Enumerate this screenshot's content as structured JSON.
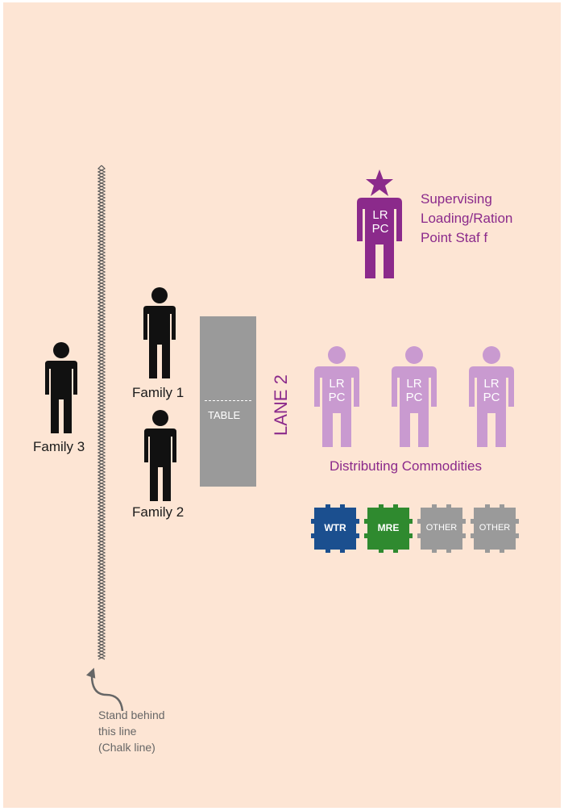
{
  "colors": {
    "background": "#fde5d4",
    "figure": "#111111",
    "supervisor": "#8b2a8b",
    "staff": "#c99ad0",
    "purple_text": "#8b2a8b",
    "table": "#9a9a9a",
    "wtr": "#1b4f8f",
    "mre": "#2f8a2f",
    "other": "#9a9a9a",
    "note": "#666666"
  },
  "families": {
    "family1": "Family 1",
    "family2": "Family 2",
    "family3": "Family 3"
  },
  "table_label": "TABLE",
  "lane_label": "LANE 2",
  "supervisor": {
    "icon_text_1": "LR",
    "icon_text_2": "PC",
    "label_line1": "Supervising",
    "label_line2": "Loading/Ration",
    "label_line3": "Point Staf f"
  },
  "staff": {
    "icon_text_1": "LR",
    "icon_text_2": "PC",
    "label": "Distributing Commodities"
  },
  "commodities": [
    "WTR",
    "MRE",
    "OTHER",
    "OTHER"
  ],
  "note": {
    "line1": "Stand behind",
    "line2": "this line",
    "line3": "(Chalk line)"
  },
  "icons": [
    "person-icon",
    "star-icon",
    "puzzle-tile-icon",
    "curved-arrow-icon",
    "chalk-line"
  ]
}
